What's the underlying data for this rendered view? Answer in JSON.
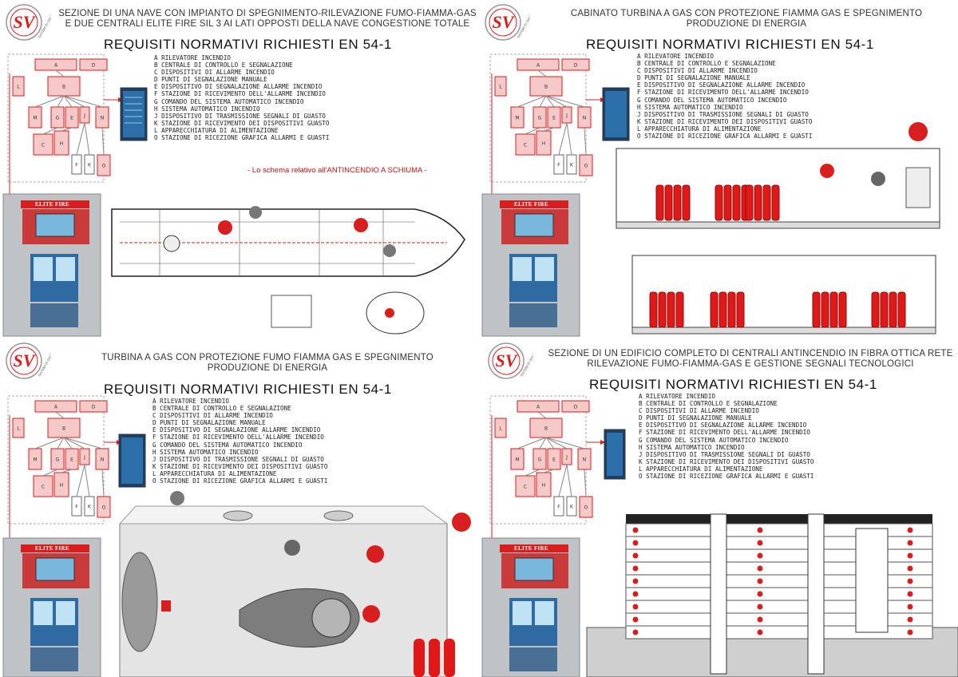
{
  "colors": {
    "accent_red": "#d81e1e",
    "schema_pink": "#f6c9c9",
    "cabinet_grey": "#bfc3c6",
    "screen_blue": "#2d6fa8",
    "cylinder_red": "#e01818"
  },
  "logo": {
    "letters": "SV",
    "ring_text": "SISTEMI DI SICUREZZA"
  },
  "brand_label": "ELITE FIRE",
  "requirements_title": "REQUISITI NORMATIVI RICHIESTI  EN 54-1",
  "requirements": [
    "A RILEVATORE INCENDIO",
    "B CENTRALE DI CONTROLLO E SEGNALAZIONE",
    "C DISPOSITIVI DI ALLARME INCENDIO",
    "D PUNTI DI SEGNALAZIONE MANUALE",
    "E DISPOSITIVO DI SEGNALAZIONE ALLARME INCENDIO",
    "F STAZIONE DI RICEVIMENTO DELL'ALLARME INCENDIO",
    "G COMANDO DEL SISTEMA AUTOMATICO INCENDIO",
    "H SISTEMA AUTOMATICO INCENDIO",
    "J DISPOSITIVO DI TRASMISSIONE SEGNALI DI GUASTO",
    "K STAZIONE DI RICEVIMENTO DEI DISPOSITIVI GUASTO",
    "L APPARECCHIATURA DI ALIMENTAZIONE",
    "O STAZIONE DI RICEZIONE GRAFICA ALLARMI E GUASTI"
  ],
  "panels": {
    "ship": {
      "header_line1": "SEZIONE DI UNA NAVE CON IMPIANTO DI SPEGNIMENTO-RILEVAZIONE FUMO-FIAMMA-GAS",
      "header_line2": "E DUE CENTRALI ELITE FIRE SIL 3 AI LATI OPPOSTI DELLA NAVE CONGESTIONE TOTALE",
      "foam_note": "- Lo schema relativo all'ANTINCENDIO A SCHIUMA -"
    },
    "cabin": {
      "header_line1": "CABINATO TURBINA A GAS CON PROTEZIONE  FIAMMA GAS E SPEGNIMENTO",
      "header_line2": "PRODUZIONE DI ENERGIA"
    },
    "turbine": {
      "header_line1": "TURBINA A GAS CON PROTEZIONE FUMO FIAMMA GAS E SPEGNIMENTO",
      "header_line2": "PRODUZIONE DI ENERGIA"
    },
    "building": {
      "header_line1": "SEZIONE DI UN EDIFICIO COMPLETO DI CENTRALI ANTINCENDIO IN FIBRA OTTICA RETE",
      "header_line2": "RILEVAZIONE FUMO-FIAMMA-GAS E GESTIONE SEGNALI TECNOLOGICI"
    }
  },
  "schema_boxes": [
    "A",
    "D",
    "L",
    "B",
    "M",
    "G",
    "E",
    "J",
    "N",
    "C",
    "H",
    "F",
    "K",
    "O"
  ]
}
